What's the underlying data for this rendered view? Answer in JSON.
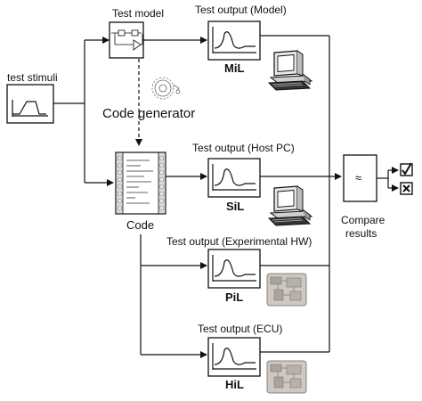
{
  "stimuli": {
    "label": "test stimuli"
  },
  "model": {
    "label": "Test model"
  },
  "codegen": {
    "label": "Code  generator"
  },
  "code": {
    "label": "Code"
  },
  "outputs": [
    {
      "title": "Test output (Model)",
      "tag": "MiL"
    },
    {
      "title": "Test output (Host PC)",
      "tag": "SiL"
    },
    {
      "title": "Test output (Experimental HW)",
      "tag": "PiL"
    },
    {
      "title": "Test output (ECU)",
      "tag": "HiL"
    }
  ],
  "compare": {
    "symbol": "≈",
    "label_line1": "Compare",
    "label_line2": "results"
  },
  "results": {
    "pass_symbol": "✓",
    "fail_symbol": "✕"
  },
  "icons": [
    "computer-icon",
    "circuit-board-icon",
    "gear-icon",
    "checkbox-pass-icon",
    "checkbox-fail-icon",
    "film-strip-icon"
  ]
}
